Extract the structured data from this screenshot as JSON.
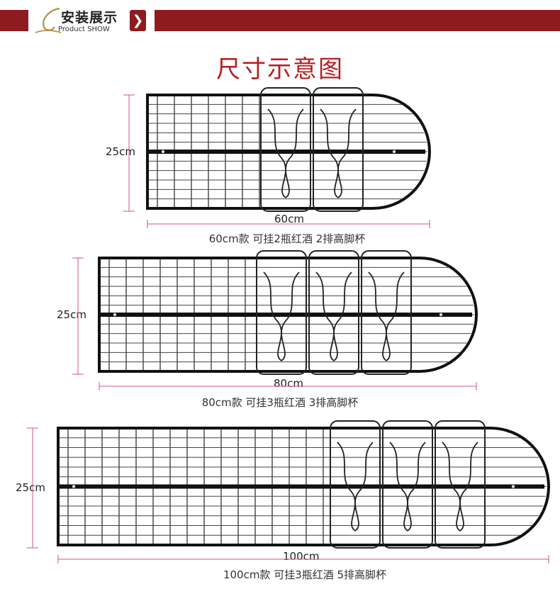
{
  "colors": {
    "brand": "#8e1b1f",
    "title": "#b81c22",
    "dimension": "#d3557a",
    "text_dark": "#222222",
    "caption": "#333333"
  },
  "header": {
    "title": "安装展示",
    "subtitle": "Product SHOW",
    "arrow_icon": "chevron-right-icon",
    "logo_icon": "swirl-logo-icon"
  },
  "main_title": "尺寸示意图",
  "products": [
    {
      "height_label": "25cm",
      "width_label": "60cm",
      "caption": "60cm款  可挂2瓶红酒 2排高脚杯",
      "bottle_holders": 2
    },
    {
      "height_label": "25cm",
      "width_label": "80cm",
      "caption": "80cm款  可挂3瓶红酒 3排高脚杯",
      "bottle_holders": 3
    },
    {
      "height_label": "25cm",
      "width_label": "100cm",
      "caption": "100cm款  可挂3瓶红酒 5排高脚杯",
      "bottle_holders": 3
    }
  ]
}
